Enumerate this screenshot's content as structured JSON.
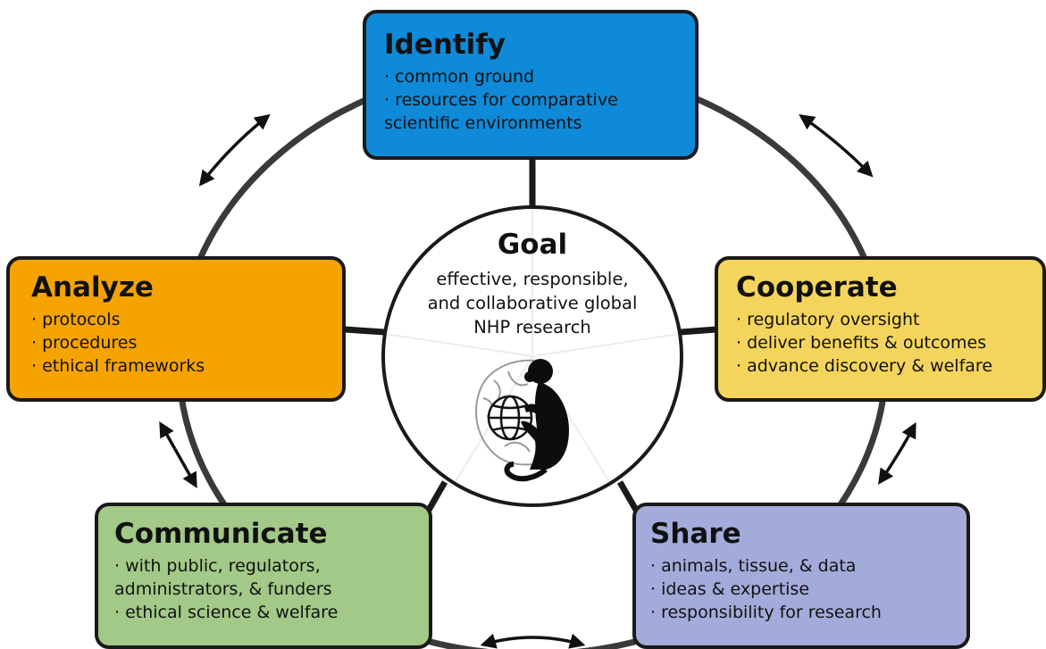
{
  "identify": {
    "title": "Identify",
    "items": [
      "· common ground",
      "· resources for comparative",
      "scientific environments"
    ]
  },
  "analyze": {
    "title": "Analyze",
    "items": [
      "· protocols",
      "· procedures",
      "· ethical frameworks"
    ]
  },
  "cooperate": {
    "title": "Cooperate",
    "items": [
      "· regulatory oversight",
      "· deliver benefits & outcomes",
      "· advance discovery & welfare"
    ]
  },
  "communicate": {
    "title": "Communicate",
    "items": [
      "· with public, regulators,",
      "administrators, & funders",
      "· ethical science & welfare"
    ]
  },
  "share": {
    "title": "Share",
    "items": [
      "· animals, tissue, & data",
      "· ideas & expertise",
      "· responsibility for research"
    ]
  },
  "goal": {
    "title": "Goal",
    "lines": [
      "effective, responsible,",
      "and collaborative global",
      "NHP research"
    ]
  },
  "icons": [
    "double-arrow-icon",
    "brain-icon",
    "globe-icon",
    "monkey-icon"
  ],
  "colors": {
    "identify": "#0e8ad8",
    "analyze": "#f5a303",
    "cooperate": "#f4d45c",
    "communicate": "#a2c987",
    "share": "#a3abdb",
    "outline": "#1a1a1a"
  }
}
